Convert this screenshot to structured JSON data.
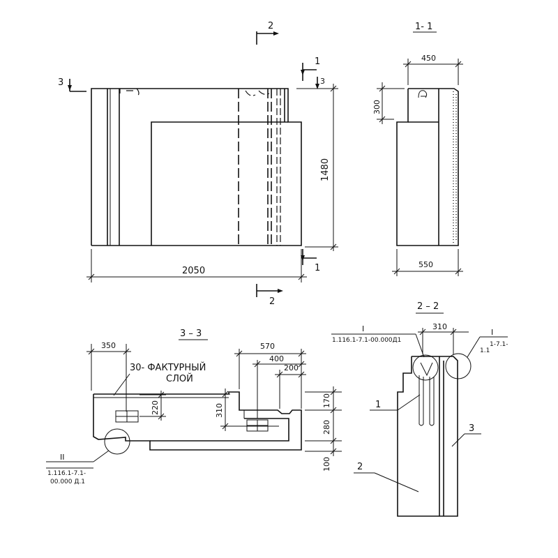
{
  "view_front": {
    "width": "2050",
    "height": "1480",
    "cut_1_top": "1",
    "cut_1_bottom": "1",
    "cut_2_top": "2",
    "cut_2_bottom": "2",
    "cut_3_left": "3",
    "cut_3_right": "3"
  },
  "section_1_1": {
    "title": "1- 1",
    "width_top": "450",
    "width_bottom": "550",
    "step_height": "300"
  },
  "section_3_3": {
    "title": "3 – 3",
    "dim_350": "350",
    "dim_570": "570",
    "dim_400": "400",
    "dim_200": "200",
    "dim_220": "220",
    "dim_310": "310",
    "dim_170": "170",
    "dim_280": "280",
    "dim_100": "100",
    "note_line1": "30- ФАКТУРНЫЙ",
    "note_line2": "СЛОЙ",
    "node_mark": "II",
    "node_ref_line1": "1.116.1-7.1-",
    "node_ref_line2": "00.000 Д.1"
  },
  "section_2_2": {
    "title": "2 – 2",
    "dim_310": "310",
    "node_left_mark": "I",
    "node_left_ref": "1.116.1-7.1-00.000Д1",
    "node_right_mark": "I",
    "node_right_ref_line1": "1.1",
    "node_right_ref_line2": "1-7.1-",
    "pos_1": "1",
    "pos_2": "2",
    "pos_3": "3"
  }
}
